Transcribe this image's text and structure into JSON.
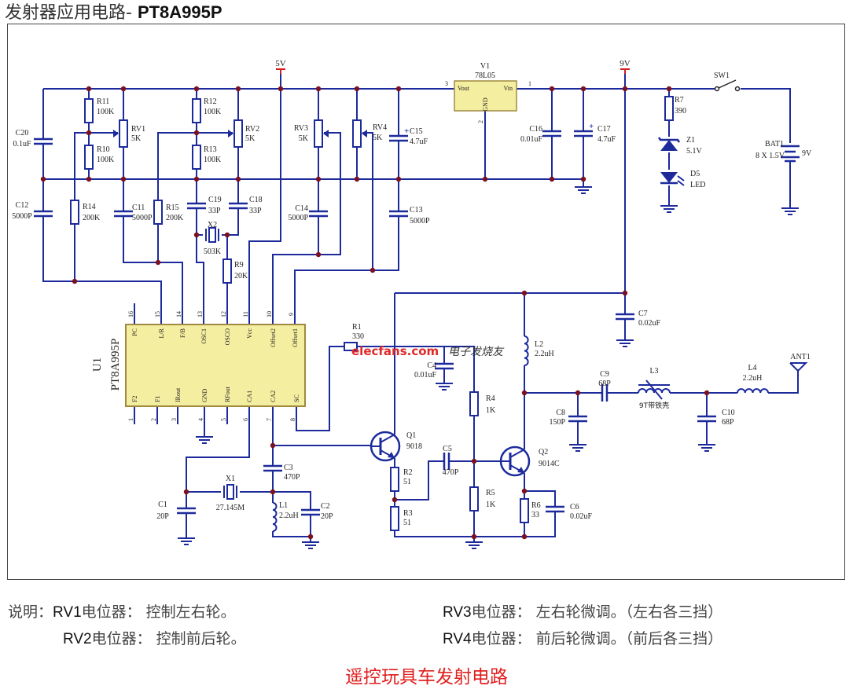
{
  "title": {
    "text": "发射器应用电路- ",
    "part": "PT8A995P"
  },
  "colors": {
    "wire": "#1c2a9c",
    "junction": "#7a1020",
    "chip_fill": "#f4eea0",
    "chip_border": "#a08a40",
    "power_flag": "#d02020",
    "caption": "#e02020"
  },
  "power": {
    "v5": "5V",
    "v9": "9V"
  },
  "chip": {
    "ref": "U1",
    "part": "PT8A995P",
    "top_pins": [
      {
        "num": "16",
        "name": "PC"
      },
      {
        "num": "15",
        "name": "L/R"
      },
      {
        "num": "14",
        "name": "F/B"
      },
      {
        "num": "13",
        "name": "OSC1"
      },
      {
        "num": "12",
        "name": "OSCO"
      },
      {
        "num": "11",
        "name": "Vcc"
      },
      {
        "num": "10",
        "name": "Offset2"
      },
      {
        "num": "9",
        "name": "Offset1"
      }
    ],
    "bottom_pins": [
      {
        "num": "1",
        "name": "F2"
      },
      {
        "num": "2",
        "name": "F1"
      },
      {
        "num": "3",
        "name": "IRout"
      },
      {
        "num": "4",
        "name": "GND"
      },
      {
        "num": "5",
        "name": "RFout"
      },
      {
        "num": "6",
        "name": "CA1"
      },
      {
        "num": "7",
        "name": "CA2"
      },
      {
        "num": "8",
        "name": "SC"
      }
    ]
  },
  "regulator": {
    "ref": "V1",
    "part": "78L05",
    "vout": "Vout",
    "vin": "Vin",
    "gnd": "GND",
    "pin_out": "3",
    "pin_in": "1",
    "pin_gnd": "2"
  },
  "components": {
    "C20": {
      "ref": "C20",
      "value": "0.1uF"
    },
    "C12": {
      "ref": "C12",
      "value": "5000P"
    },
    "R11": {
      "ref": "R11",
      "value": "100K"
    },
    "R10": {
      "ref": "R10",
      "value": "100K"
    },
    "R14": {
      "ref": "R14",
      "value": "200K"
    },
    "RV1": {
      "ref": "RV1",
      "value": "5K"
    },
    "C11": {
      "ref": "C11",
      "value": "5000P"
    },
    "R15": {
      "ref": "R15",
      "value": "200K"
    },
    "R12": {
      "ref": "R12",
      "value": "100K"
    },
    "R13": {
      "ref": "R13",
      "value": "100K"
    },
    "RV2": {
      "ref": "RV2",
      "value": "5K"
    },
    "C19": {
      "ref": "C19",
      "value": "33P"
    },
    "C18": {
      "ref": "C18",
      "value": "33P"
    },
    "X2": {
      "ref": "X2",
      "value": "503K"
    },
    "R9": {
      "ref": "R9",
      "value": "20K"
    },
    "RV3": {
      "ref": "RV3",
      "value": "5K"
    },
    "C14": {
      "ref": "C14",
      "value": "5000P"
    },
    "RV4": {
      "ref": "RV4",
      "value": "5K"
    },
    "C15": {
      "ref": "C15",
      "value": "4.7uF"
    },
    "C13": {
      "ref": "C13",
      "value": "5000P"
    },
    "C16": {
      "ref": "C16",
      "value": "0.01uF"
    },
    "C17": {
      "ref": "C17",
      "value": "4.7uF"
    },
    "R7": {
      "ref": "R7",
      "value": "390"
    },
    "Z1": {
      "ref": "Z1",
      "value": "5.1V"
    },
    "D5": {
      "ref": "D5",
      "value": "LED"
    },
    "SW1": {
      "ref": "SW1"
    },
    "BAT1": {
      "ref": "BAT1",
      "value": "8 X 1.5V",
      "voltage": "9V"
    },
    "R1": {
      "ref": "R1",
      "value": "330"
    },
    "C4": {
      "ref": "C4",
      "value": "0.01uF"
    },
    "L2": {
      "ref": "L2",
      "value": "2.2uH"
    },
    "C7": {
      "ref": "C7",
      "value": "0.02uF"
    },
    "R4": {
      "ref": "R4",
      "value": "1K"
    },
    "R5": {
      "ref": "R5",
      "value": "1K"
    },
    "Q1": {
      "ref": "Q1",
      "value": "9018"
    },
    "Q2": {
      "ref": "Q2",
      "value": "9014C"
    },
    "C5": {
      "ref": "C5",
      "value": "470P"
    },
    "R2": {
      "ref": "R2",
      "value": "51"
    },
    "R3": {
      "ref": "R3",
      "value": "51"
    },
    "R6": {
      "ref": "R6",
      "value": "33"
    },
    "C6": {
      "ref": "C6",
      "value": "0.02uF"
    },
    "C8": {
      "ref": "C8",
      "value": "150P"
    },
    "C9": {
      "ref": "C9",
      "value": "68P"
    },
    "L3": {
      "ref": "L3",
      "value": "9T带铁壳"
    },
    "C10": {
      "ref": "C10",
      "value": "68P"
    },
    "L4": {
      "ref": "L4",
      "value": "2.2uH"
    },
    "ANT1": {
      "ref": "ANT1"
    },
    "C3": {
      "ref": "C3",
      "value": "470P"
    },
    "X1": {
      "ref": "X1",
      "value": "27.145M"
    },
    "L1": {
      "ref": "L1",
      "value": "2.2uH"
    },
    "C2": {
      "ref": "C2",
      "value": "20P"
    },
    "C1": {
      "ref": "C1",
      "value": "20P"
    }
  },
  "watermark": {
    "site": "elecfans.com",
    "cn": "电子发烧友"
  },
  "notes": {
    "prefix": "说明：",
    "items": [
      {
        "rv": "RV1",
        "text": "电位器： 控制左右轮。"
      },
      {
        "rv": "RV2",
        "text": "电位器： 控制前后轮。"
      },
      {
        "rv": "RV3",
        "text": "电位器： 左右轮微调。（左右各三挡）"
      },
      {
        "rv": "RV4",
        "text": "电位器： 前后轮微调。（前后各三挡）"
      }
    ]
  },
  "caption": "遥控玩具车发射电路"
}
